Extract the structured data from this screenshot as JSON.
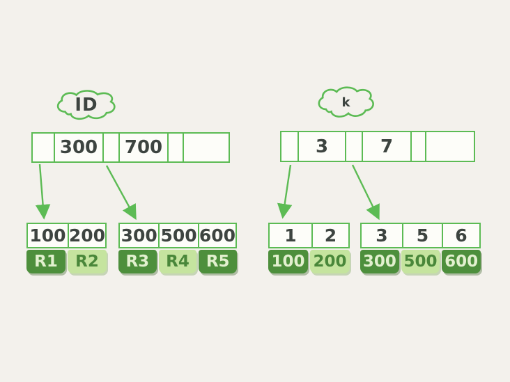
{
  "colors": {
    "background": "#f3f1ec",
    "stroke": "#5cbb54",
    "dark_fill": "#4d8f3c",
    "light_fill": "#c5e49f",
    "text_dark": "#3d4440",
    "text_on_dark": "#e2f0cf",
    "text_on_light": "#49873a"
  },
  "trees": [
    {
      "label": "ID",
      "root": {
        "keys": [
          "300",
          "700"
        ],
        "empty_slot": ""
      },
      "leaves": [
        {
          "keys": [
            "100",
            "200"
          ],
          "records": [
            {
              "label": "R1",
              "tone": "dark"
            },
            {
              "label": "R2",
              "tone": "light"
            }
          ]
        },
        {
          "keys": [
            "300",
            "500",
            "600"
          ],
          "records": [
            {
              "label": "R3",
              "tone": "dark"
            },
            {
              "label": "R4",
              "tone": "light"
            },
            {
              "label": "R5",
              "tone": "dark"
            }
          ]
        }
      ]
    },
    {
      "label": "k",
      "root": {
        "keys": [
          "3",
          "7"
        ],
        "empty_slot": ""
      },
      "leaves": [
        {
          "keys": [
            "1",
            "2"
          ],
          "records": [
            {
              "label": "100",
              "tone": "dark"
            },
            {
              "label": "200",
              "tone": "light"
            }
          ]
        },
        {
          "keys": [
            "3",
            "5",
            "6"
          ],
          "records": [
            {
              "label": "300",
              "tone": "dark"
            },
            {
              "label": "500",
              "tone": "light"
            },
            {
              "label": "600",
              "tone": "dark"
            }
          ]
        }
      ]
    }
  ]
}
